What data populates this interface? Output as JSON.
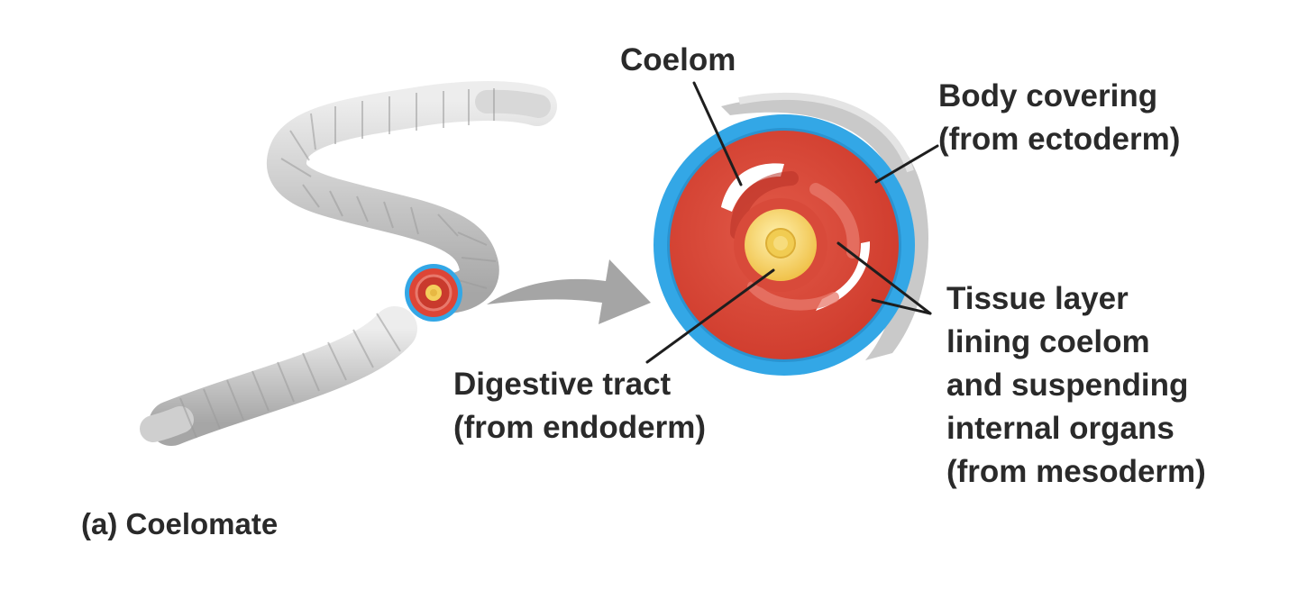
{
  "caption": "(a) Coelomate",
  "labels": {
    "coelom": "Coelom",
    "body_covering": [
      "Body covering",
      "(from ectoderm)"
    ],
    "digestive_tract": [
      "Digestive tract",
      "(from endoderm)"
    ],
    "tissue_layer": [
      "Tissue layer",
      "lining coelom",
      "and suspending",
      "internal organs",
      "(from mesoderm)"
    ]
  },
  "colors": {
    "ectoderm": "#33a7e6",
    "mesoderm": "#dd4536",
    "endoderm": "#f4cf5c",
    "coelom": "#ffffff",
    "worm_body": "#c8c8c8",
    "arrow": "#a5a5a5",
    "leader_line": "#1e1e1e",
    "text": "#2a2a2a"
  }
}
